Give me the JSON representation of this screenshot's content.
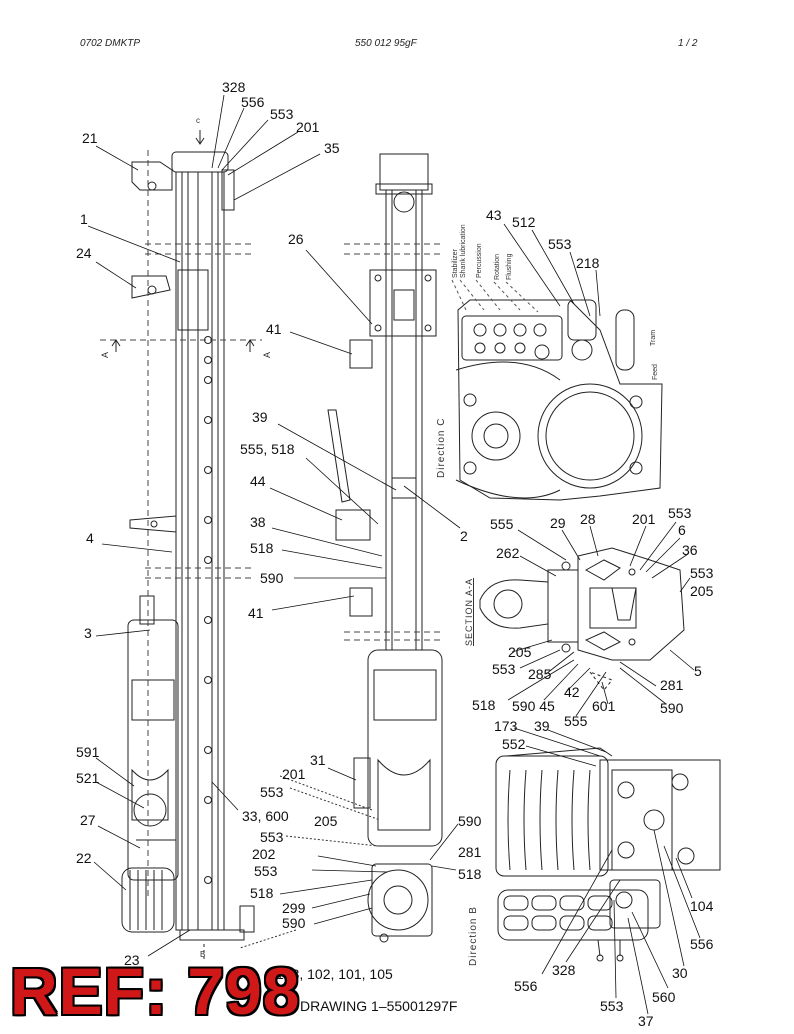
{
  "header": {
    "left": "0702 DMKTP",
    "center": "550 012 95gF",
    "page": "1 /  2"
  },
  "view_labels": {
    "c_arrow": "c",
    "section_a_left": "A",
    "section_a_right": "A",
    "direction_c": "Direction C",
    "section_aa": "SECTION A-A",
    "direction_b": "Direction B",
    "b_arrow": "B"
  },
  "hose_labels": [
    "Stabilizer",
    "Shank lubrication",
    "Percussion",
    "Rotation",
    "Flushing"
  ],
  "side_labels": [
    "Tram",
    "Feed"
  ],
  "callouts": {
    "c328": "328",
    "c556": "556",
    "c553": "553",
    "c201": "201",
    "c35": "35",
    "c21": "21",
    "c1": "1",
    "c24": "24",
    "c4": "4",
    "c3": "3",
    "c591": "591",
    "c521": "521",
    "c27": "27",
    "c22": "22",
    "c23": "23",
    "c33_600": "33, 600",
    "c26": "26",
    "c41a": "41",
    "c39": "39",
    "c555_518": "555, 518",
    "c44": "44",
    "c38": "38",
    "c518a": "518",
    "c590a": "590",
    "c41b": "41",
    "c2": "2",
    "c31": "31",
    "c201b": "201",
    "c553b": "553",
    "c205a": "205",
    "c553c": "553",
    "c202": "202",
    "c553d": "553",
    "c518b": "518",
    "c299": "299",
    "c590b": "590",
    "c590c": "590",
    "c281a": "281",
    "c518c": "518",
    "c43": "43",
    "c512": "512",
    "c553e": "553",
    "c218": "218",
    "c555": "555",
    "c29": "29",
    "c28": "28",
    "c201c": "201",
    "c553f": "553",
    "c6": "6",
    "c262": "262",
    "c36": "36",
    "c553g": "553",
    "c205b": "205",
    "c205c": "205",
    "c553h": "553",
    "c285": "285",
    "c5": "5",
    "c42": "42",
    "c281b": "281",
    "c518d": "518",
    "c590_45": "590 45",
    "c601": "601",
    "c590d": "590",
    "c555b": "555",
    "c173": "173",
    "c39b": "39",
    "c552": "552",
    "c104": "104",
    "c556b": "556",
    "c30": "30",
    "c560": "560",
    "c556c": "556",
    "c328b": "328",
    "c553i": "553",
    "c37": "37",
    "bottom_list": "103, 102, 101, 105"
  },
  "footer": {
    "drawing": "DRAWING 1–55001297F",
    "ref": "REF: 798"
  }
}
